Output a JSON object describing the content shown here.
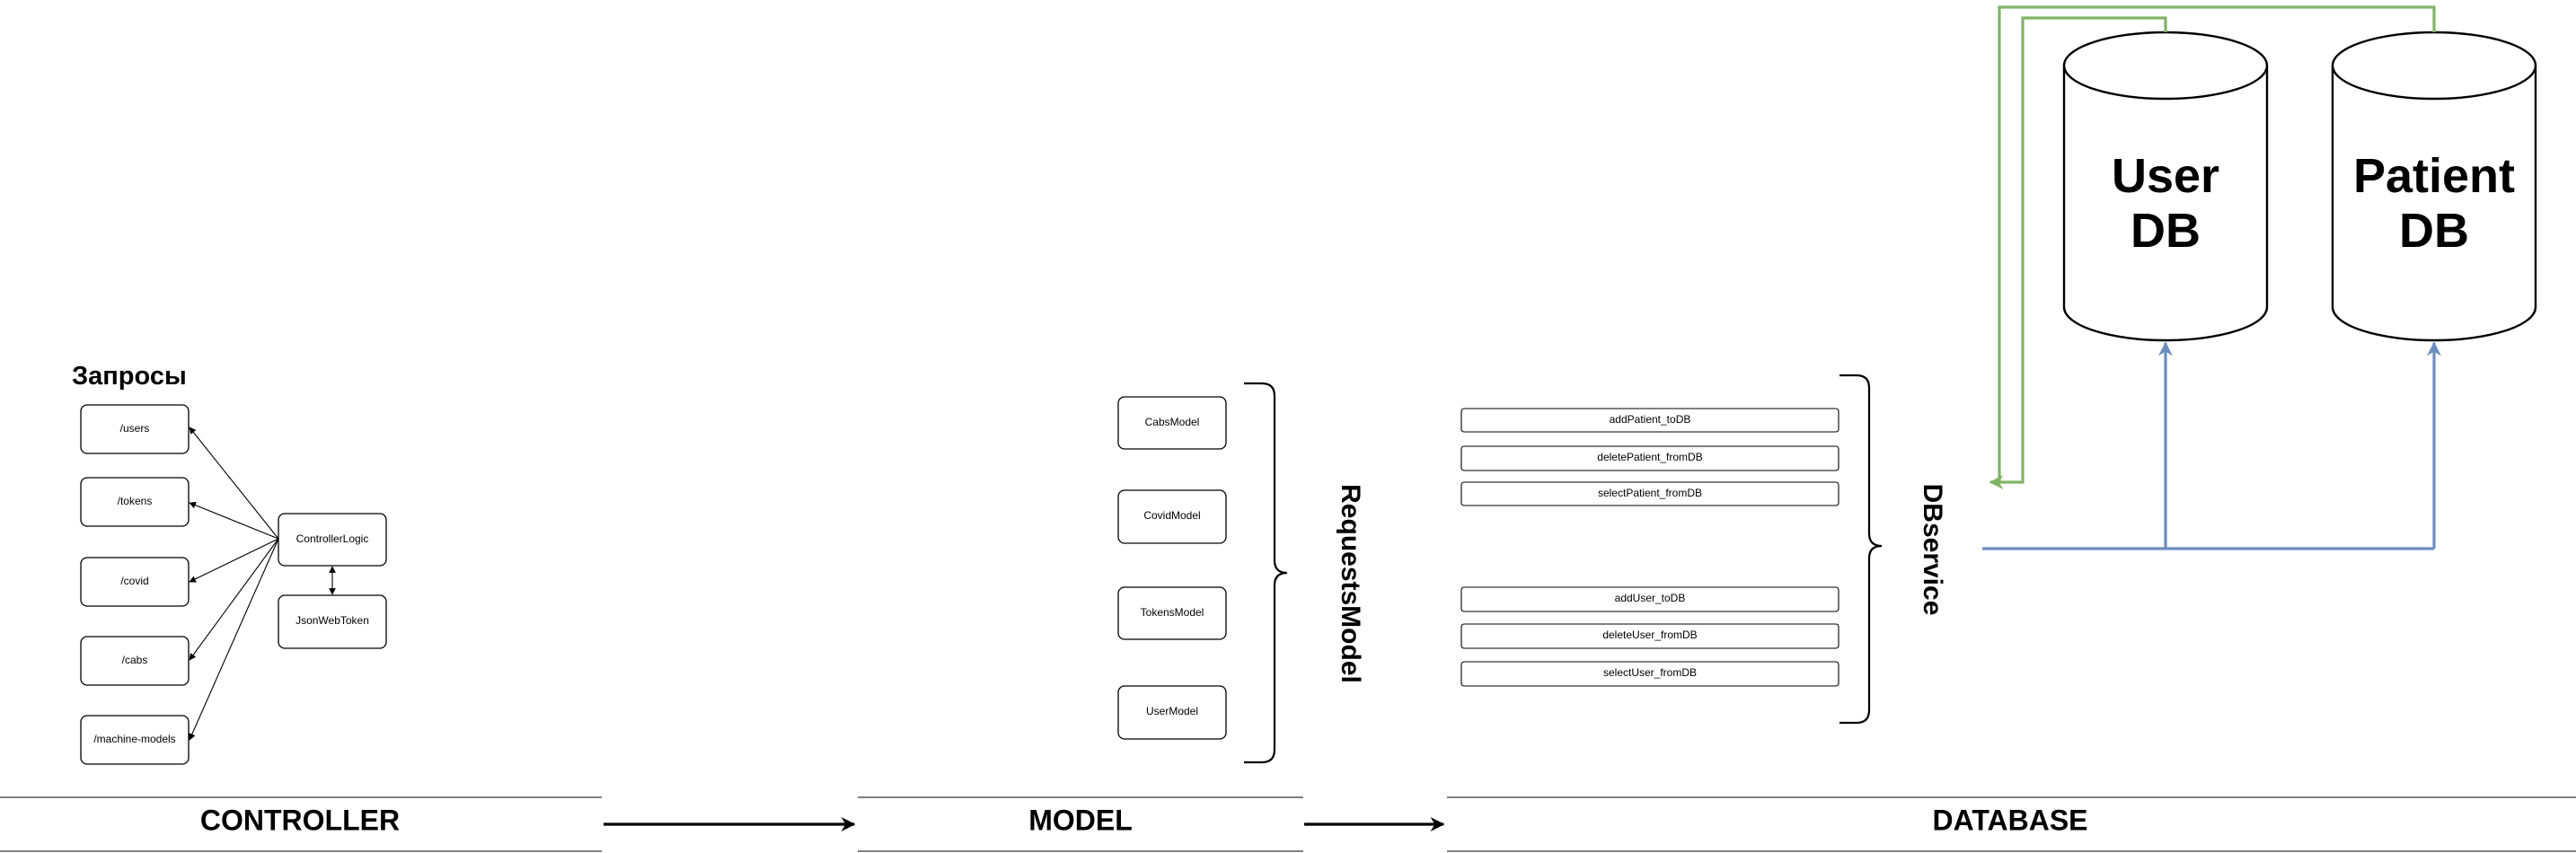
{
  "requests": {
    "title": "Запросы",
    "items": [
      "/users",
      "/tokens",
      "/covid",
      "/cabs",
      "/machine-models"
    ]
  },
  "controller": {
    "logic": "ControllerLogic",
    "jwt": "JsonWebToken"
  },
  "models": {
    "items": [
      "CabsModel",
      "CovidModel",
      "TokensModel",
      "UserModel"
    ],
    "group_label": "RequestsModel"
  },
  "dbservice": {
    "patient_methods": [
      "addPatient_toDB",
      "deletePatient_fromDB",
      "selectPatient_fromDB"
    ],
    "user_methods": [
      "addUser_toDB",
      "deleteUser_fromDB",
      "selectUser_fromDB"
    ],
    "group_label": "DBservice"
  },
  "databases": {
    "user_db": [
      "User",
      "DB"
    ],
    "patient_db": [
      "Patient",
      "DB"
    ]
  },
  "sections": {
    "controller": "CONTROLLER",
    "model": "MODEL",
    "database": "DATABASE"
  },
  "colors": {
    "read_flow": "#82b366",
    "write_flow": "#6c8ebf",
    "stroke": "#000000"
  }
}
